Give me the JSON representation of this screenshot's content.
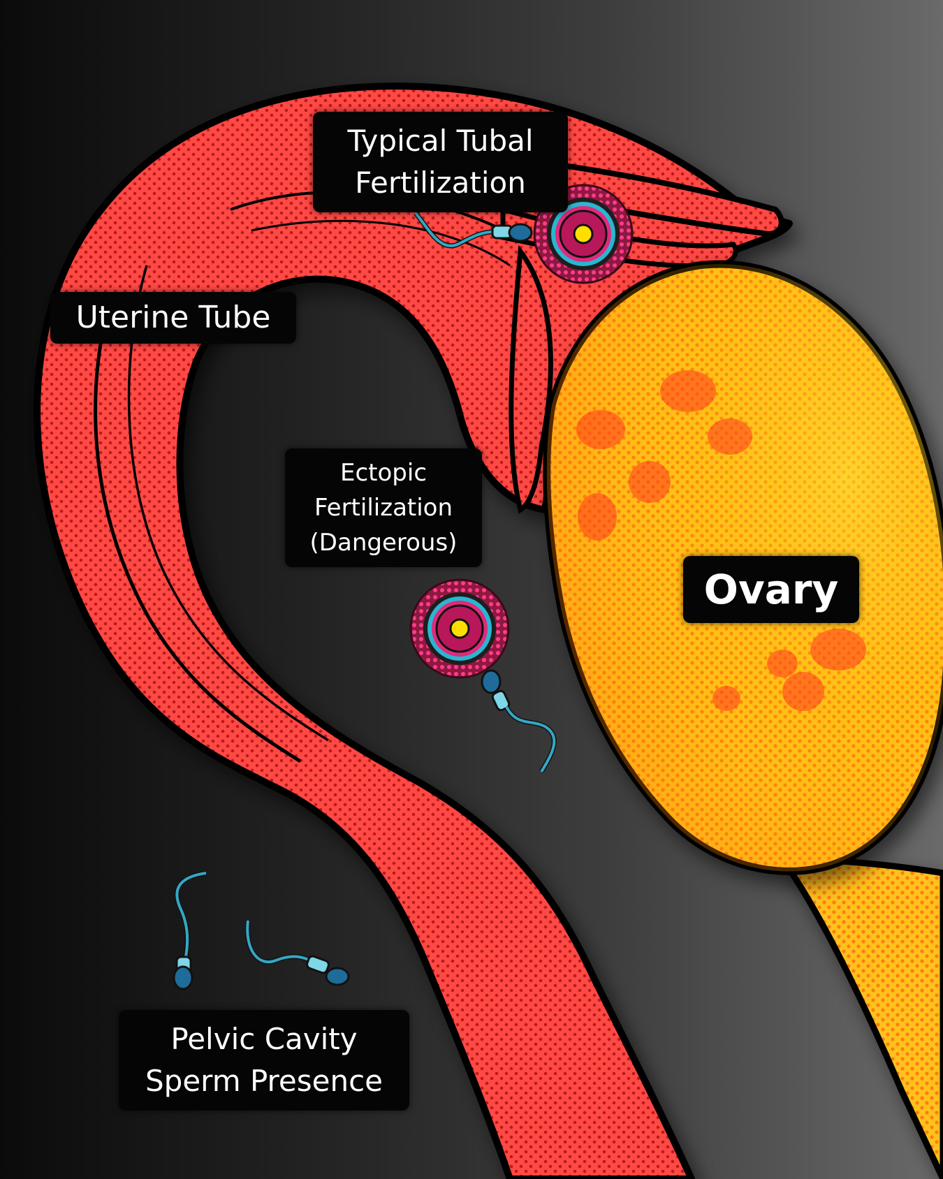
{
  "labels": {
    "typical": {
      "line1": "Typical Tubal",
      "line2": "Fertilization"
    },
    "uterine_tube": "Uterine Tube",
    "ectopic": {
      "line1": "Ectopic",
      "line2": "Fertilization",
      "line3": "(Dangerous)"
    },
    "ovary": "Ovary",
    "pelvic": {
      "line1": "Pelvic Cavity",
      "line2": "Sperm Presence"
    }
  },
  "colors": {
    "tube_red": "#ff4a45",
    "tube_dot": "#b81c1c",
    "ovary_yellow": "#ffc21a",
    "ovary_orange": "#ff8a14",
    "outline": "#050505",
    "sperm_teal": "#35a7c4",
    "egg_magenta": "#d42a6e",
    "egg_yolk": "#ffdf00"
  }
}
